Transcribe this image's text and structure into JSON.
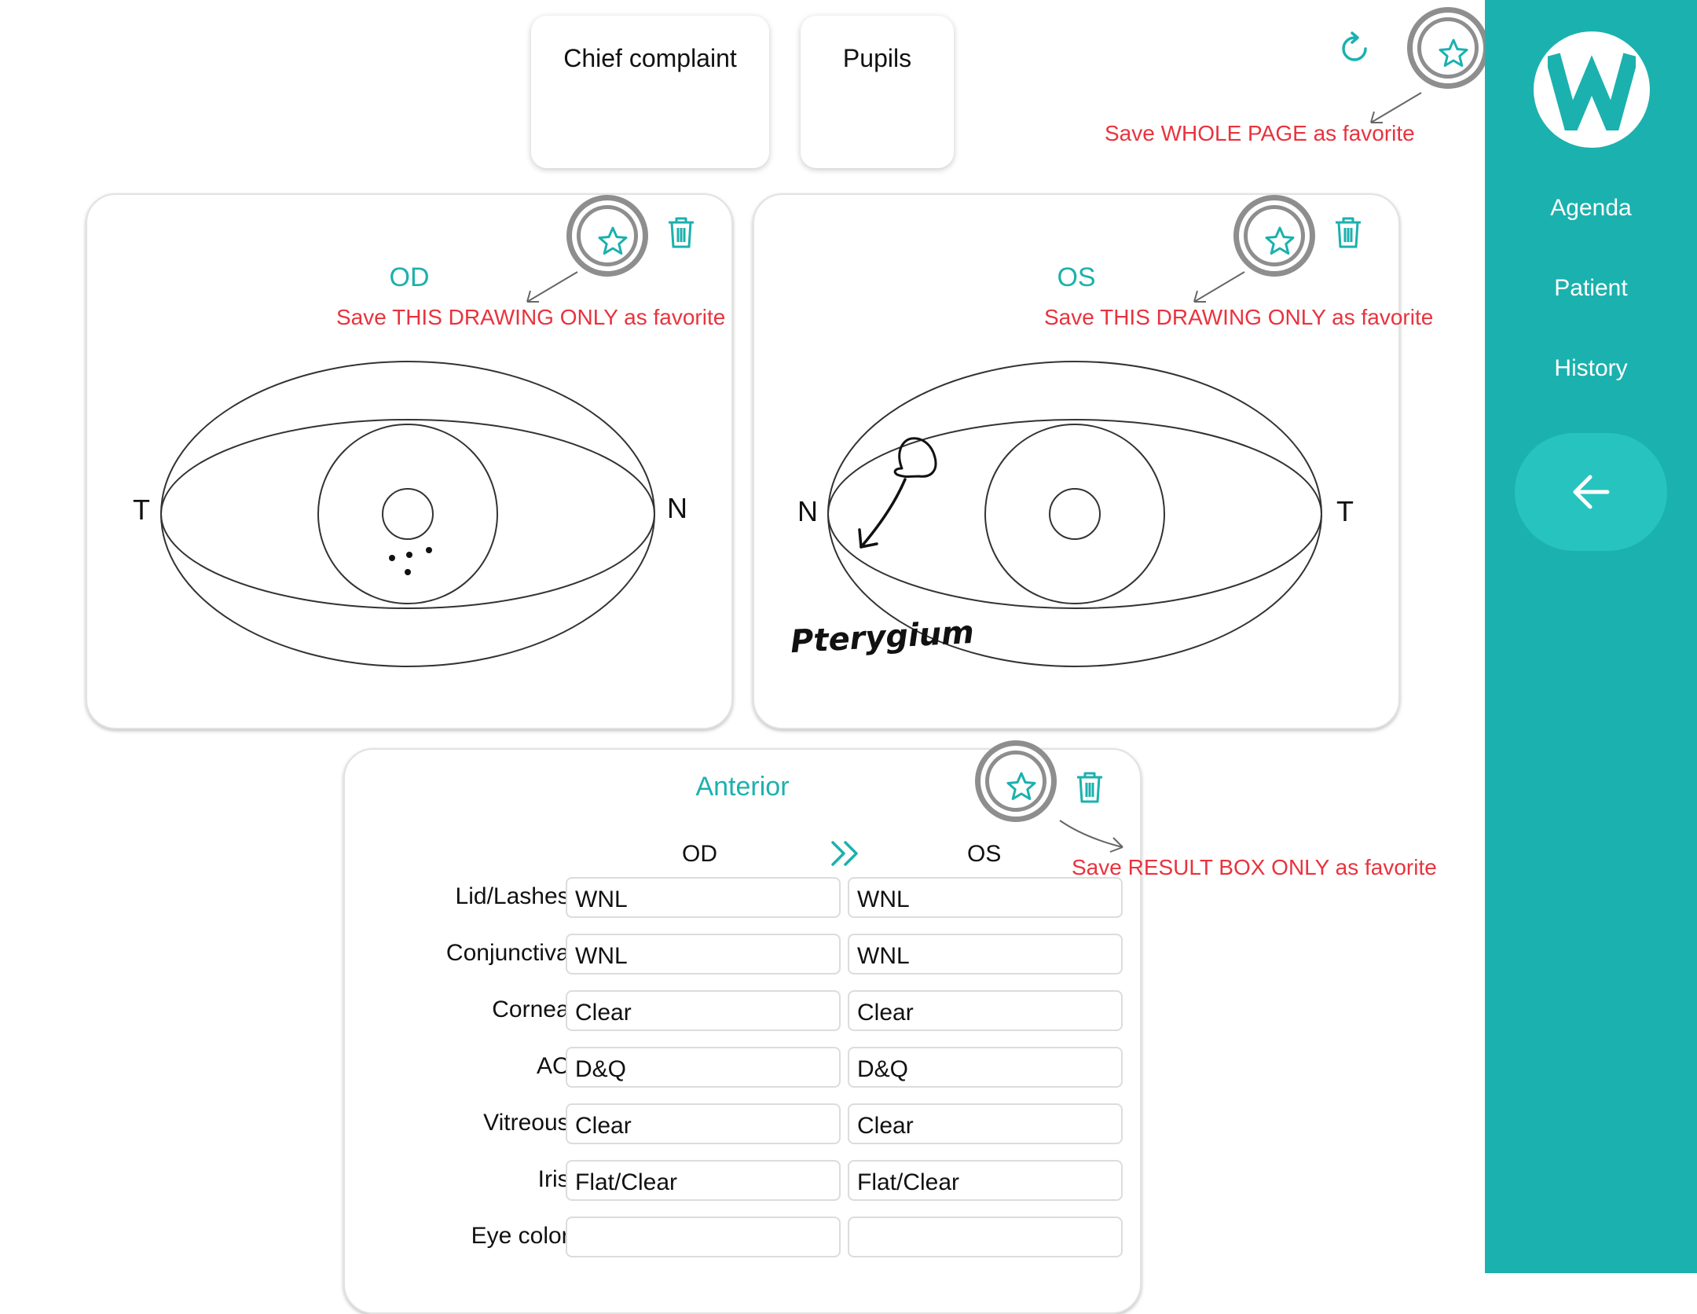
{
  "top_cards": {
    "chief_complaint": "Chief complaint",
    "pupils": "Pupils"
  },
  "page_actions": {
    "refresh_icon": "refresh-icon",
    "favorite_icon": "star-icon",
    "save_page_note": "Save WHOLE PAGE as favorite"
  },
  "od_drawing": {
    "title": "OD",
    "left_label": "T",
    "right_label": "N",
    "note": "Save THIS DRAWING ONLY as favorite"
  },
  "os_drawing": {
    "title": "OS",
    "left_label": "N",
    "right_label": "T",
    "note": "Save THIS DRAWING ONLY as favorite",
    "annotation": "Pterygium"
  },
  "anterior": {
    "title": "Anterior",
    "col_od": "OD",
    "col_os": "OS",
    "note": "Save RESULT BOX ONLY as favorite",
    "rows": [
      {
        "label": "Lid/Lashes:",
        "od": "WNL",
        "os": "WNL"
      },
      {
        "label": "Conjunctiva:",
        "od": "WNL",
        "os": "WNL"
      },
      {
        "label": "Cornea:",
        "od": "Clear",
        "os": "Clear"
      },
      {
        "label": "AC:",
        "od": "D&Q",
        "os": "D&Q"
      },
      {
        "label": "Vitreous:",
        "od": "Clear",
        "os": "Clear"
      },
      {
        "label": "Iris:",
        "od": "Flat/Clear",
        "os": "Flat/Clear"
      },
      {
        "label": "Eye color:",
        "od": "",
        "os": ""
      }
    ]
  },
  "sidebar": {
    "logo_letter": "W",
    "items": [
      {
        "label": "Agenda"
      },
      {
        "label": "Patient"
      },
      {
        "label": "History"
      }
    ],
    "back_icon": "arrow-left-icon"
  },
  "colors": {
    "accent": "#1bb1ae",
    "annotation_red": "#e8333e",
    "ring_gray": "#8e8e8e"
  }
}
